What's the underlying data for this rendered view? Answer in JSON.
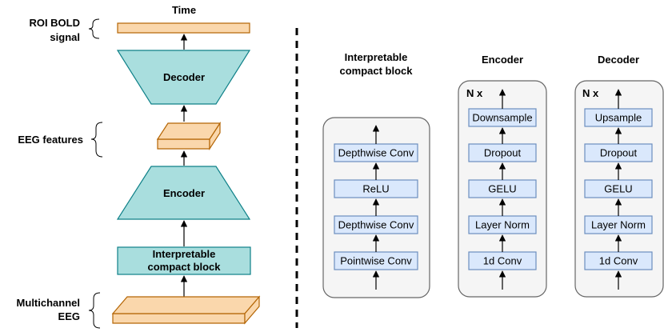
{
  "left": {
    "time_label": "Time",
    "roi_label_line1": "ROI BOLD",
    "roi_label_line2": "signal",
    "decoder_label": "Decoder",
    "eeg_features_label": "EEG features",
    "encoder_label": "Encoder",
    "icb_line1": "Interpretable",
    "icb_line2": "compact block",
    "multichannel_line1": "Multichannel",
    "multichannel_line2": "EEG"
  },
  "panels": {
    "icb": {
      "title_line1": "Interpretable",
      "title_line2": "compact block",
      "layers": [
        "Depthwise Conv",
        "ReLU",
        "Depthwise Conv",
        "Pointwise Conv"
      ]
    },
    "encoder": {
      "title": "Encoder",
      "repeat": "N x",
      "layers": [
        "Downsample",
        "Dropout",
        "GELU",
        "Layer Norm",
        "1d Conv"
      ]
    },
    "decoder": {
      "title": "Decoder",
      "repeat": "N x",
      "layers": [
        "Upsample",
        "Dropout",
        "GELU",
        "Layer Norm",
        "1d Conv"
      ]
    }
  },
  "colors": {
    "orange_fill": "#fad7ac",
    "orange_stroke": "#b46504",
    "teal_fill": "#a9dede",
    "teal_stroke": "#0e8088",
    "blue_fill": "#dae8fc",
    "blue_stroke": "#6c8ebf",
    "panel_fill": "#f5f5f5",
    "panel_stroke": "#666666"
  }
}
